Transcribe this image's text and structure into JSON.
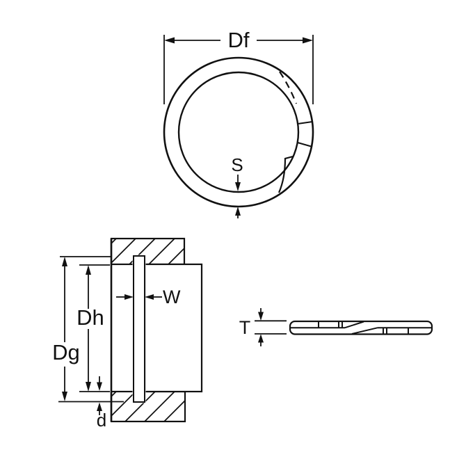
{
  "colors": {
    "line": "#111111",
    "background": "#ffffff"
  },
  "front_view": {
    "free_diameter_label": "Df",
    "radial_wall_label": "S"
  },
  "section_view": {
    "bore_diameter_label": "Dh",
    "groove_diameter_label": "Dg",
    "ring_width_label": "W",
    "groove_depth_label": "d"
  },
  "side_view": {
    "thickness_label": "T"
  }
}
